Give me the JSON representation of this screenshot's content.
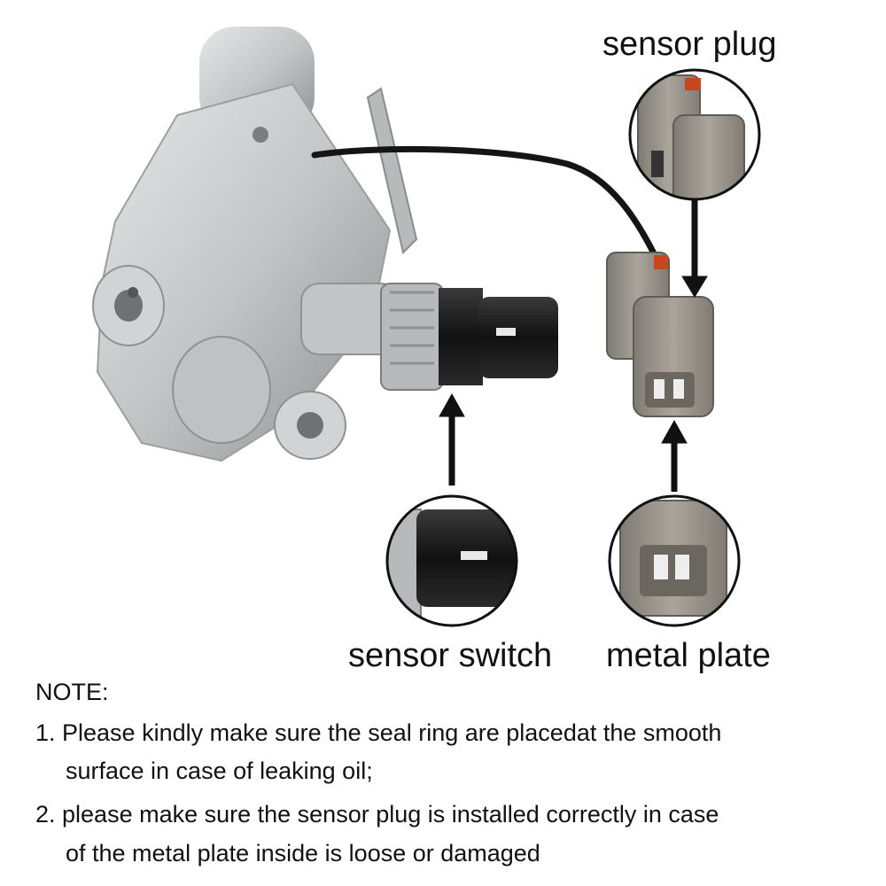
{
  "labels": {
    "sensor_plug": "sensor plug",
    "sensor_switch": "sensor switch",
    "metal_plate": "metal plate"
  },
  "note": {
    "heading": "NOTE:",
    "item1_line1": "1. Please kindly make sure the seal ring are placedat the smooth",
    "item1_line2": "surface in case of leaking oil;",
    "item2_line1": "2. please make sure the sensor plug is installed correctly in case",
    "item2_line2": "of the metal plate inside is loose or damaged"
  },
  "colors": {
    "body": "#c9cacb",
    "connector": "#9a958d",
    "black": "#111111"
  }
}
